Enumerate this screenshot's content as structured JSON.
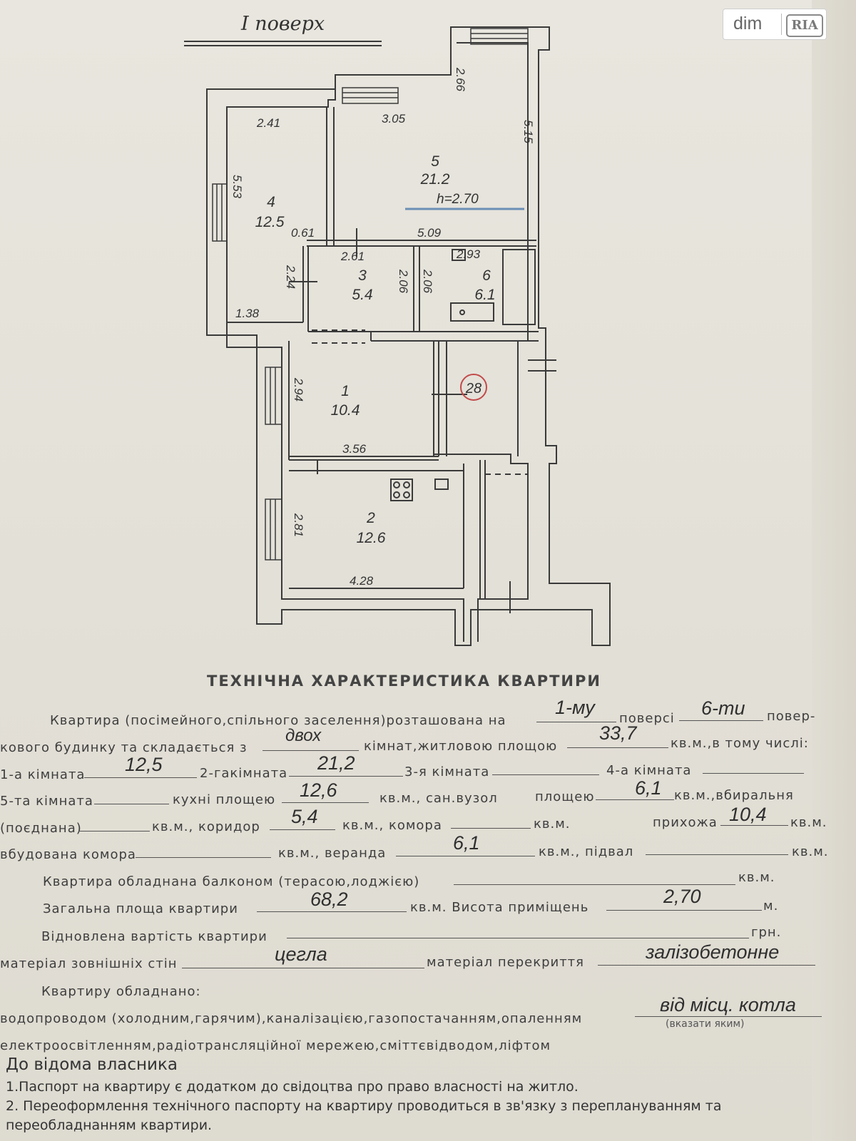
{
  "logo": {
    "dim": "dim",
    "ria": "RIA"
  },
  "plan": {
    "floor_title": "I поверх",
    "stamp": "28",
    "rooms": [
      {
        "number": "1",
        "area": "10.4"
      },
      {
        "number": "2",
        "area": "12.6"
      },
      {
        "number": "3",
        "area": "5.4"
      },
      {
        "number": "4",
        "area": "12.5"
      },
      {
        "number": "5",
        "area": "21.2"
      },
      {
        "number": "6",
        "area": "6.1"
      }
    ],
    "height_note": "h=2.70",
    "dimensions": [
      "2.66",
      "3.05",
      "5.15",
      "2.41",
      "5.53",
      "0.61",
      "5.09",
      "2.61",
      "2.93",
      "2.24",
      "2.06",
      "2.06",
      "1.38",
      "2.94",
      "3.56",
      "2.81",
      "4.28"
    ]
  },
  "form": {
    "title": "ТЕХНІЧНА ХАРАКТЕРИСТИКА КВАРТИРИ",
    "lines": {
      "l1a": "Квартира (посімейного,спільного заселення)розташована на",
      "l1b": "поверсі",
      "l1c": "повер-",
      "l2a": "кового будинку та складається з",
      "l2b": "кімнат,житловою площою",
      "l2c": "кв.м.,в тому числі:",
      "l3a": "1-а кімната",
      "l3b": "2-гакімната",
      "l3c": "3-я кімната",
      "l3d": "4-а кімната",
      "l4a": "5-та кімната",
      "l4b": "кухні площею",
      "l4c": "кв.м.,  сан.вузол",
      "l4d": "площею",
      "l4e": "кв.м.,вбиральня",
      "l5a": "(поєднана)",
      "l5b": "кв.м., коридор",
      "l5c": "кв.м., комора",
      "l5d": "кв.м.",
      "l5e": "прихожа",
      "l5f": "кв.м.",
      "l6a": "вбудована комора",
      "l6b": "кв.м., веранда",
      "l6c": "кв.м., підвал",
      "l6d": "кв.м.",
      "l7a": "Квартира обладнана балконом (терасою,лоджією)",
      "l7b": "кв.м.",
      "l8a": "Загальна площа квартири",
      "l8b": "кв.м. Висота приміщень",
      "l8c": "м.",
      "l9a": "Відновлена вартість квартири",
      "l9b": "грн.",
      "l10a": "матеріал зовнішніх стін",
      "l10b": "матеріал перекриття",
      "l11a": "Квартиру обладнано:",
      "l12a": "водопроводом (холодним,гарячим),каналізацією,газопостачанням,опаленням",
      "l12b": "(вказати яким)",
      "l13a": "електроосвітленням,радіотрансляційної мережею,сміттєвідводом,ліфтом"
    },
    "values": {
      "floor": "1-му",
      "floors_total": "6-ти",
      "rooms_count": "двох",
      "living_area": "33,7",
      "room1": "12,5",
      "room2": "21,2",
      "kitchen": "12,6",
      "bathroom": "6,1",
      "corridor": "5,4",
      "hallway": "10,4",
      "veranda": "6,1",
      "total_area": "68,2",
      "height": "2,70",
      "wall_material": "цегла",
      "ceiling_material": "залізобетонне",
      "heating": "від  місц. котла"
    }
  },
  "notes": {
    "heading": "До відома власника",
    "items": [
      "1.Паспорт на квартиру є додатком до свідоцтва про право власності на житло.",
      "2. Переоформлення технічного паспорту на квартиру проводиться в зв'язку з переплануванням та",
      "переобладнанням квартири."
    ]
  }
}
